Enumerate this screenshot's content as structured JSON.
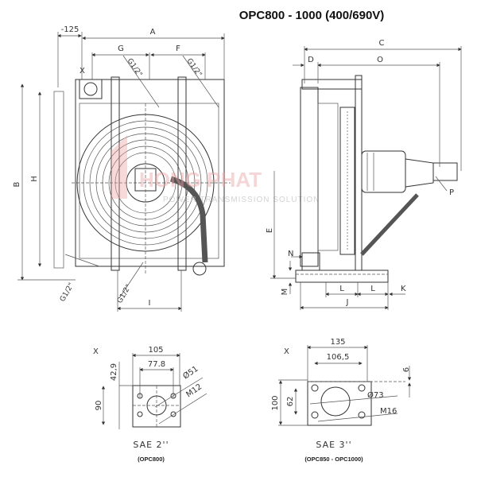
{
  "title": "OPC800 - 1000 (400/690V)",
  "watermark": {
    "name": "HONG PHAT",
    "tagline": "POWER TRANSMISSION SOLUTION"
  },
  "front_view": {
    "dim_offset": "-125",
    "A": "A",
    "G": "G",
    "F": "F",
    "B": "B",
    "H": "H",
    "I": "I",
    "X": "X",
    "port_top_1": "G1/2\"",
    "port_top_2": "G1/2\"",
    "port_bottom_1": "G1/2\"",
    "port_bottom_2": "G1/2\""
  },
  "side_view": {
    "C": "C",
    "D": "D",
    "O": "O",
    "E": "E",
    "N": "N",
    "M": "M",
    "L1": "L",
    "L2": "L",
    "K": "K",
    "J": "J",
    "P": "P"
  },
  "flange_sae2": {
    "view": "X",
    "width": "105",
    "hole_spacing": "77.8",
    "offset": "42,9",
    "height": "90",
    "bore": "Ø51",
    "thread": "M12",
    "caption": "SAE 2''",
    "model": "(OPC800)"
  },
  "flange_sae3": {
    "view": "X",
    "width": "135",
    "hole_spacing": "106,5",
    "offset": "6",
    "height": "100",
    "hole_vspacing": "62",
    "bore": "Ø73",
    "thread": "M16",
    "caption": "SAE 3''",
    "model": "(OPC850 - OPC1000)"
  }
}
